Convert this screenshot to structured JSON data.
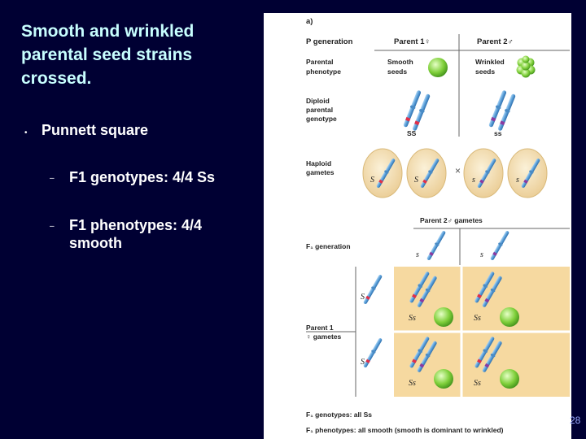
{
  "slide": {
    "title": "Smooth and wrinkled parental seed strains crossed.",
    "bullet_1": "Punnett square",
    "sub_1": "F1 genotypes:  4/4 Ss",
    "sub_2_line1": "F1 phenotypes:  4/4",
    "sub_2_line2": "smooth",
    "page_number": "28"
  },
  "figure": {
    "panel_label": "a)",
    "p_generation": "P generation",
    "parent1": "Parent 1♀",
    "parent2": "Parent 2♂",
    "parental_phenotype_l1": "Parental",
    "parental_phenotype_l2": "phenotype",
    "smooth_l1": "Smooth",
    "smooth_l2": "seeds",
    "wrinkled_l1": "Wrinkled",
    "wrinkled_l2": "seeds",
    "diploid_l1": "Diploid",
    "diploid_l2": "parental",
    "diploid_l3": "genotype",
    "genotype_p1": "SS",
    "genotype_p2": "ss",
    "haploid_l1": "Haploid",
    "haploid_l2": "gametes",
    "allele_S": "S",
    "allele_s": "s",
    "cross_symbol": "×",
    "parent2_gametes": "Parent 2♂ gametes",
    "f1_generation": "F₁ generation",
    "parent1_gametes_l1": "Parent 1",
    "parent1_gametes_l2": "♀ gametes",
    "cell_genotype": "Ss",
    "f1_genotypes": "F₁ genotypes: all Ss",
    "f1_phenotypes": "F₁ phenotypes: all smooth (smooth is dominant to wrinkled)"
  },
  "colors": {
    "background": "#000033",
    "title": "#c8ffff",
    "seed_green": "#7fcf3a",
    "gamete_oval": "#f3dfb4",
    "punnett_cell": "#f6d9a0",
    "chromosome": "#5a9fd8",
    "dominant_band": "#e0304a",
    "recessive_band": "#8a3aa0"
  }
}
